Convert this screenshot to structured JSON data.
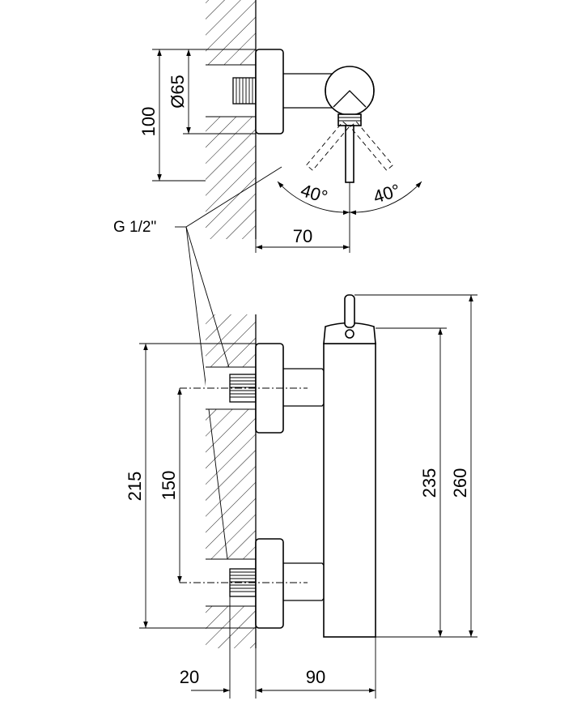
{
  "drawing": {
    "dimensions": {
      "top_height": "100",
      "top_diameter": "Ø65",
      "angle_left": "40°",
      "angle_right": "40°",
      "projection_top": "70",
      "front_inlet_span": "215",
      "front_centre_distance": "150",
      "front_height_body": "235",
      "front_height_total": "260",
      "wall_depth": "20",
      "front_projection": "90"
    },
    "labels": {
      "thread": "G 1/2\""
    }
  }
}
